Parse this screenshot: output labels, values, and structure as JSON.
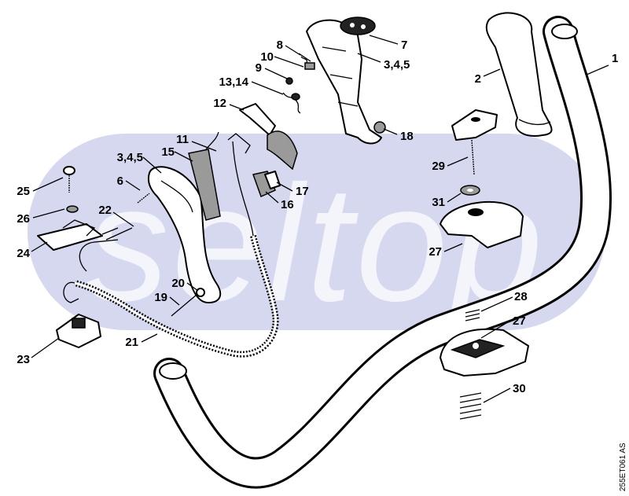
{
  "diagram": {
    "watermark": "seltop",
    "figure_code": "255ET061 AS",
    "callouts": [
      "1",
      "2",
      "3,4,5",
      "3,4,5",
      "6",
      "7",
      "8",
      "9",
      "10",
      "11",
      "12",
      "13,14",
      "15",
      "16",
      "17",
      "18",
      "19",
      "20",
      "21",
      "22",
      "23",
      "24",
      "25",
      "26",
      "27",
      "27",
      "28",
      "29",
      "30",
      "31"
    ],
    "colors": {
      "watermark_band": "#d6d8f0",
      "watermark_text": "#f4f4fb",
      "ink": "#000000"
    }
  }
}
